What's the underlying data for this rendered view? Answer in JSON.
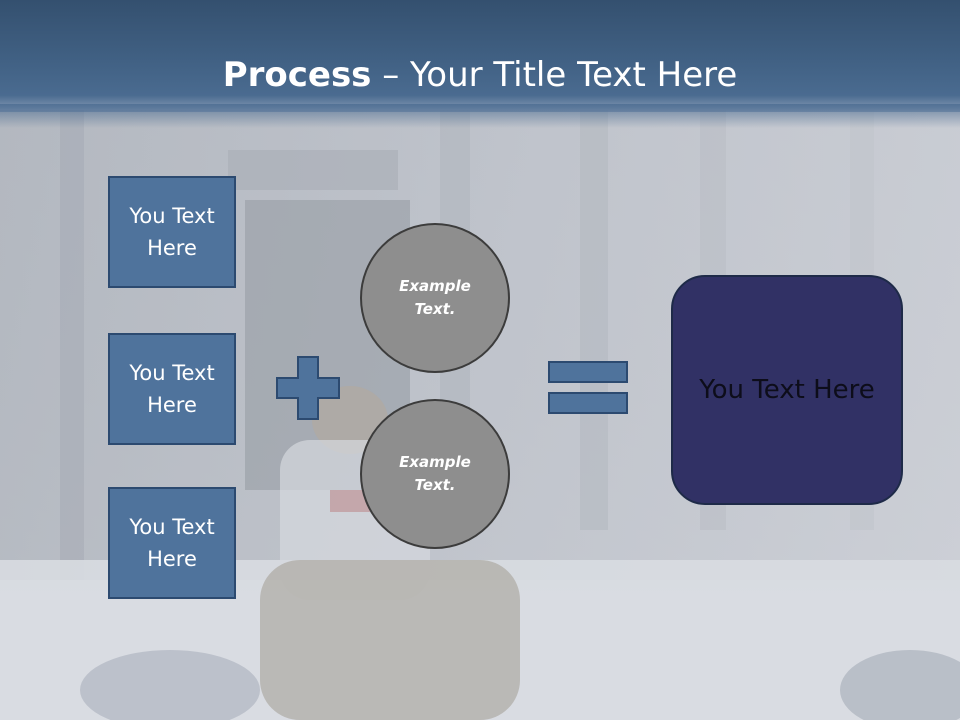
{
  "slide": {
    "title_bold": "Process",
    "title_rest": " – Your Title Text Here"
  },
  "boxes": [
    {
      "label": "You Text Here"
    },
    {
      "label": "You Text Here"
    },
    {
      "label": "You Text Here"
    }
  ],
  "circles": [
    {
      "label": "Example Text."
    },
    {
      "label": "Example Text."
    }
  ],
  "result": {
    "label": "You Text Here"
  },
  "icons": {
    "plus": "plus-icon",
    "equals": "equals-icon"
  },
  "colors": {
    "title_bar": "#416184",
    "box_fill": "#4f739c",
    "box_border": "#2c4a70",
    "circle_fill": "#8e8e8e",
    "result_fill": "#313165",
    "result_text": "#0d0d1a"
  }
}
